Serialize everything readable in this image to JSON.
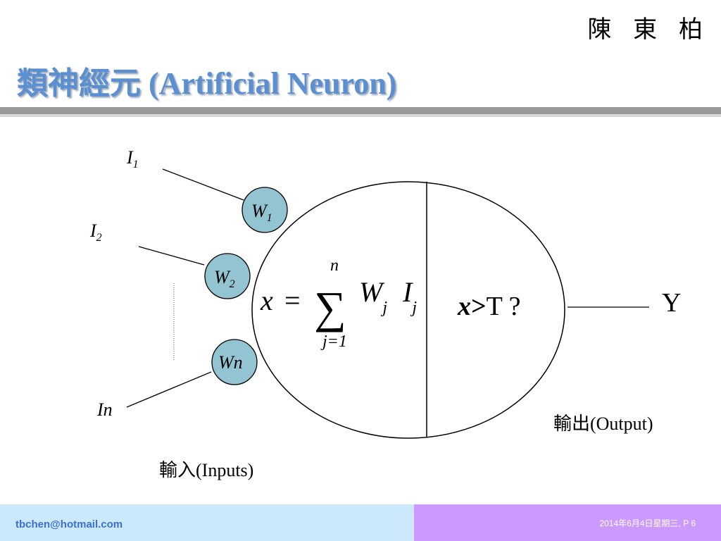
{
  "header": {
    "author": "陳 東 柏",
    "title": "類神經元 (Artificial Neuron)"
  },
  "diagram": {
    "inputs": [
      {
        "label": "I",
        "sub": "1"
      },
      {
        "label": "I",
        "sub": "2"
      },
      {
        "label": "In",
        "sub": ""
      }
    ],
    "weights": [
      {
        "label": "W",
        "sub": "1"
      },
      {
        "label": "W",
        "sub": "2"
      },
      {
        "label": "Wn",
        "sub": ""
      }
    ],
    "formula": {
      "lhs": "x",
      "eq": "=",
      "sigma": "∑",
      "upper": "n",
      "lower": "j=1",
      "w": "W",
      "w_sub": "j",
      "i": "I",
      "i_sub": "j"
    },
    "threshold": {
      "var": "x",
      "op": ">",
      "rest": "T ?"
    },
    "output": "Y",
    "output_caption": "輸出(Output)",
    "input_caption": "輸入(Inputs)"
  },
  "footer": {
    "email": "tbchen@hotmail.com",
    "date_page": "2014年6月4日星期三, P 6"
  },
  "colors": {
    "title": "#5b8fd1",
    "weight_fill": "#93c4d2",
    "footer_left": "#cce9fb",
    "footer_right": "#cc99ff"
  }
}
